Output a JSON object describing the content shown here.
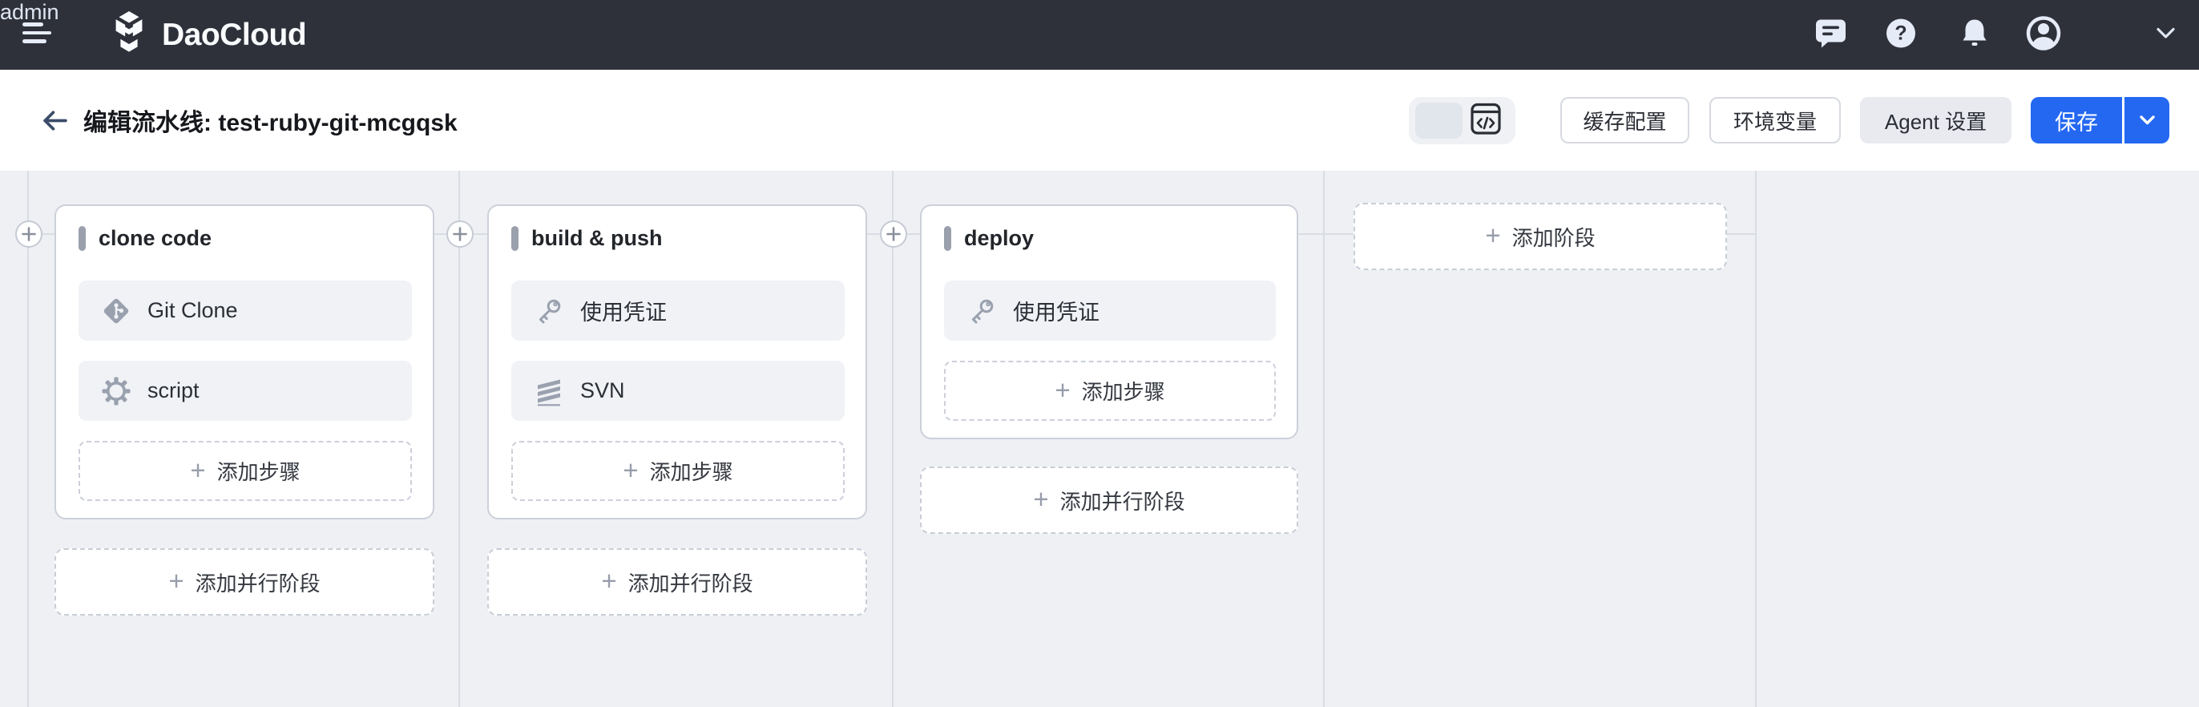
{
  "topbar": {
    "brand": "DaoCloud",
    "user": "admin"
  },
  "header": {
    "title": "编辑流水线: test-ruby-git-mcgqsk",
    "buttons": {
      "cache": "缓存配置",
      "env": "环境变量",
      "agent": "Agent 设置",
      "save": "保存"
    }
  },
  "canvas": {
    "add_stage_label": "添加阶段",
    "add_parallel_label": "添加并行阶段",
    "add_step_label": "添加步骤",
    "stages": [
      {
        "name": "clone code",
        "steps": [
          {
            "icon": "git-icon",
            "label": "Git Clone"
          },
          {
            "icon": "gear-icon",
            "label": "script"
          }
        ]
      },
      {
        "name": "build & push",
        "steps": [
          {
            "icon": "key-icon",
            "label": "使用凭证"
          },
          {
            "icon": "svn-icon",
            "label": "SVN"
          }
        ]
      },
      {
        "name": "deploy",
        "steps": [
          {
            "icon": "key-icon",
            "label": "使用凭证"
          }
        ]
      }
    ]
  },
  "colors": {
    "topbar_bg": "#2e313a",
    "accent_blue": "#2468f2",
    "canvas_bg": "#eef0f4",
    "line_gray": "#d9dce3",
    "icon_gray": "#9aa1ae"
  }
}
